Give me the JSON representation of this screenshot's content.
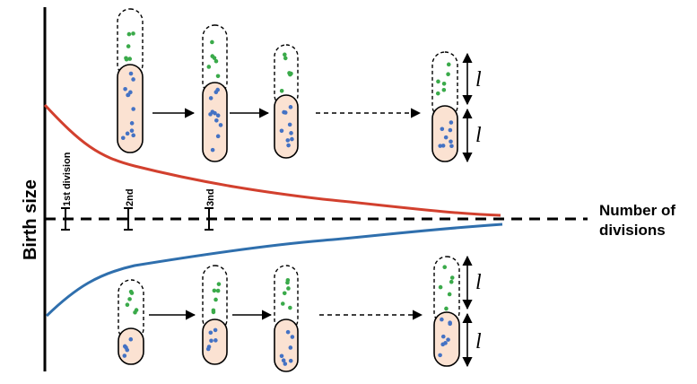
{
  "y_axis_label": "Birth size",
  "x_axis_label": [
    "Number of",
    "divisions"
  ],
  "ticks": [
    "1st division",
    "2nd",
    "3nd"
  ],
  "length_symbol": "l",
  "colors": {
    "upper_curve": "#d2402e",
    "lower_curve": "#2f6fad",
    "cell_fill": "#fbe2d2",
    "old_dots": "#4472c4",
    "new_dots": "#3aaa4a"
  }
}
